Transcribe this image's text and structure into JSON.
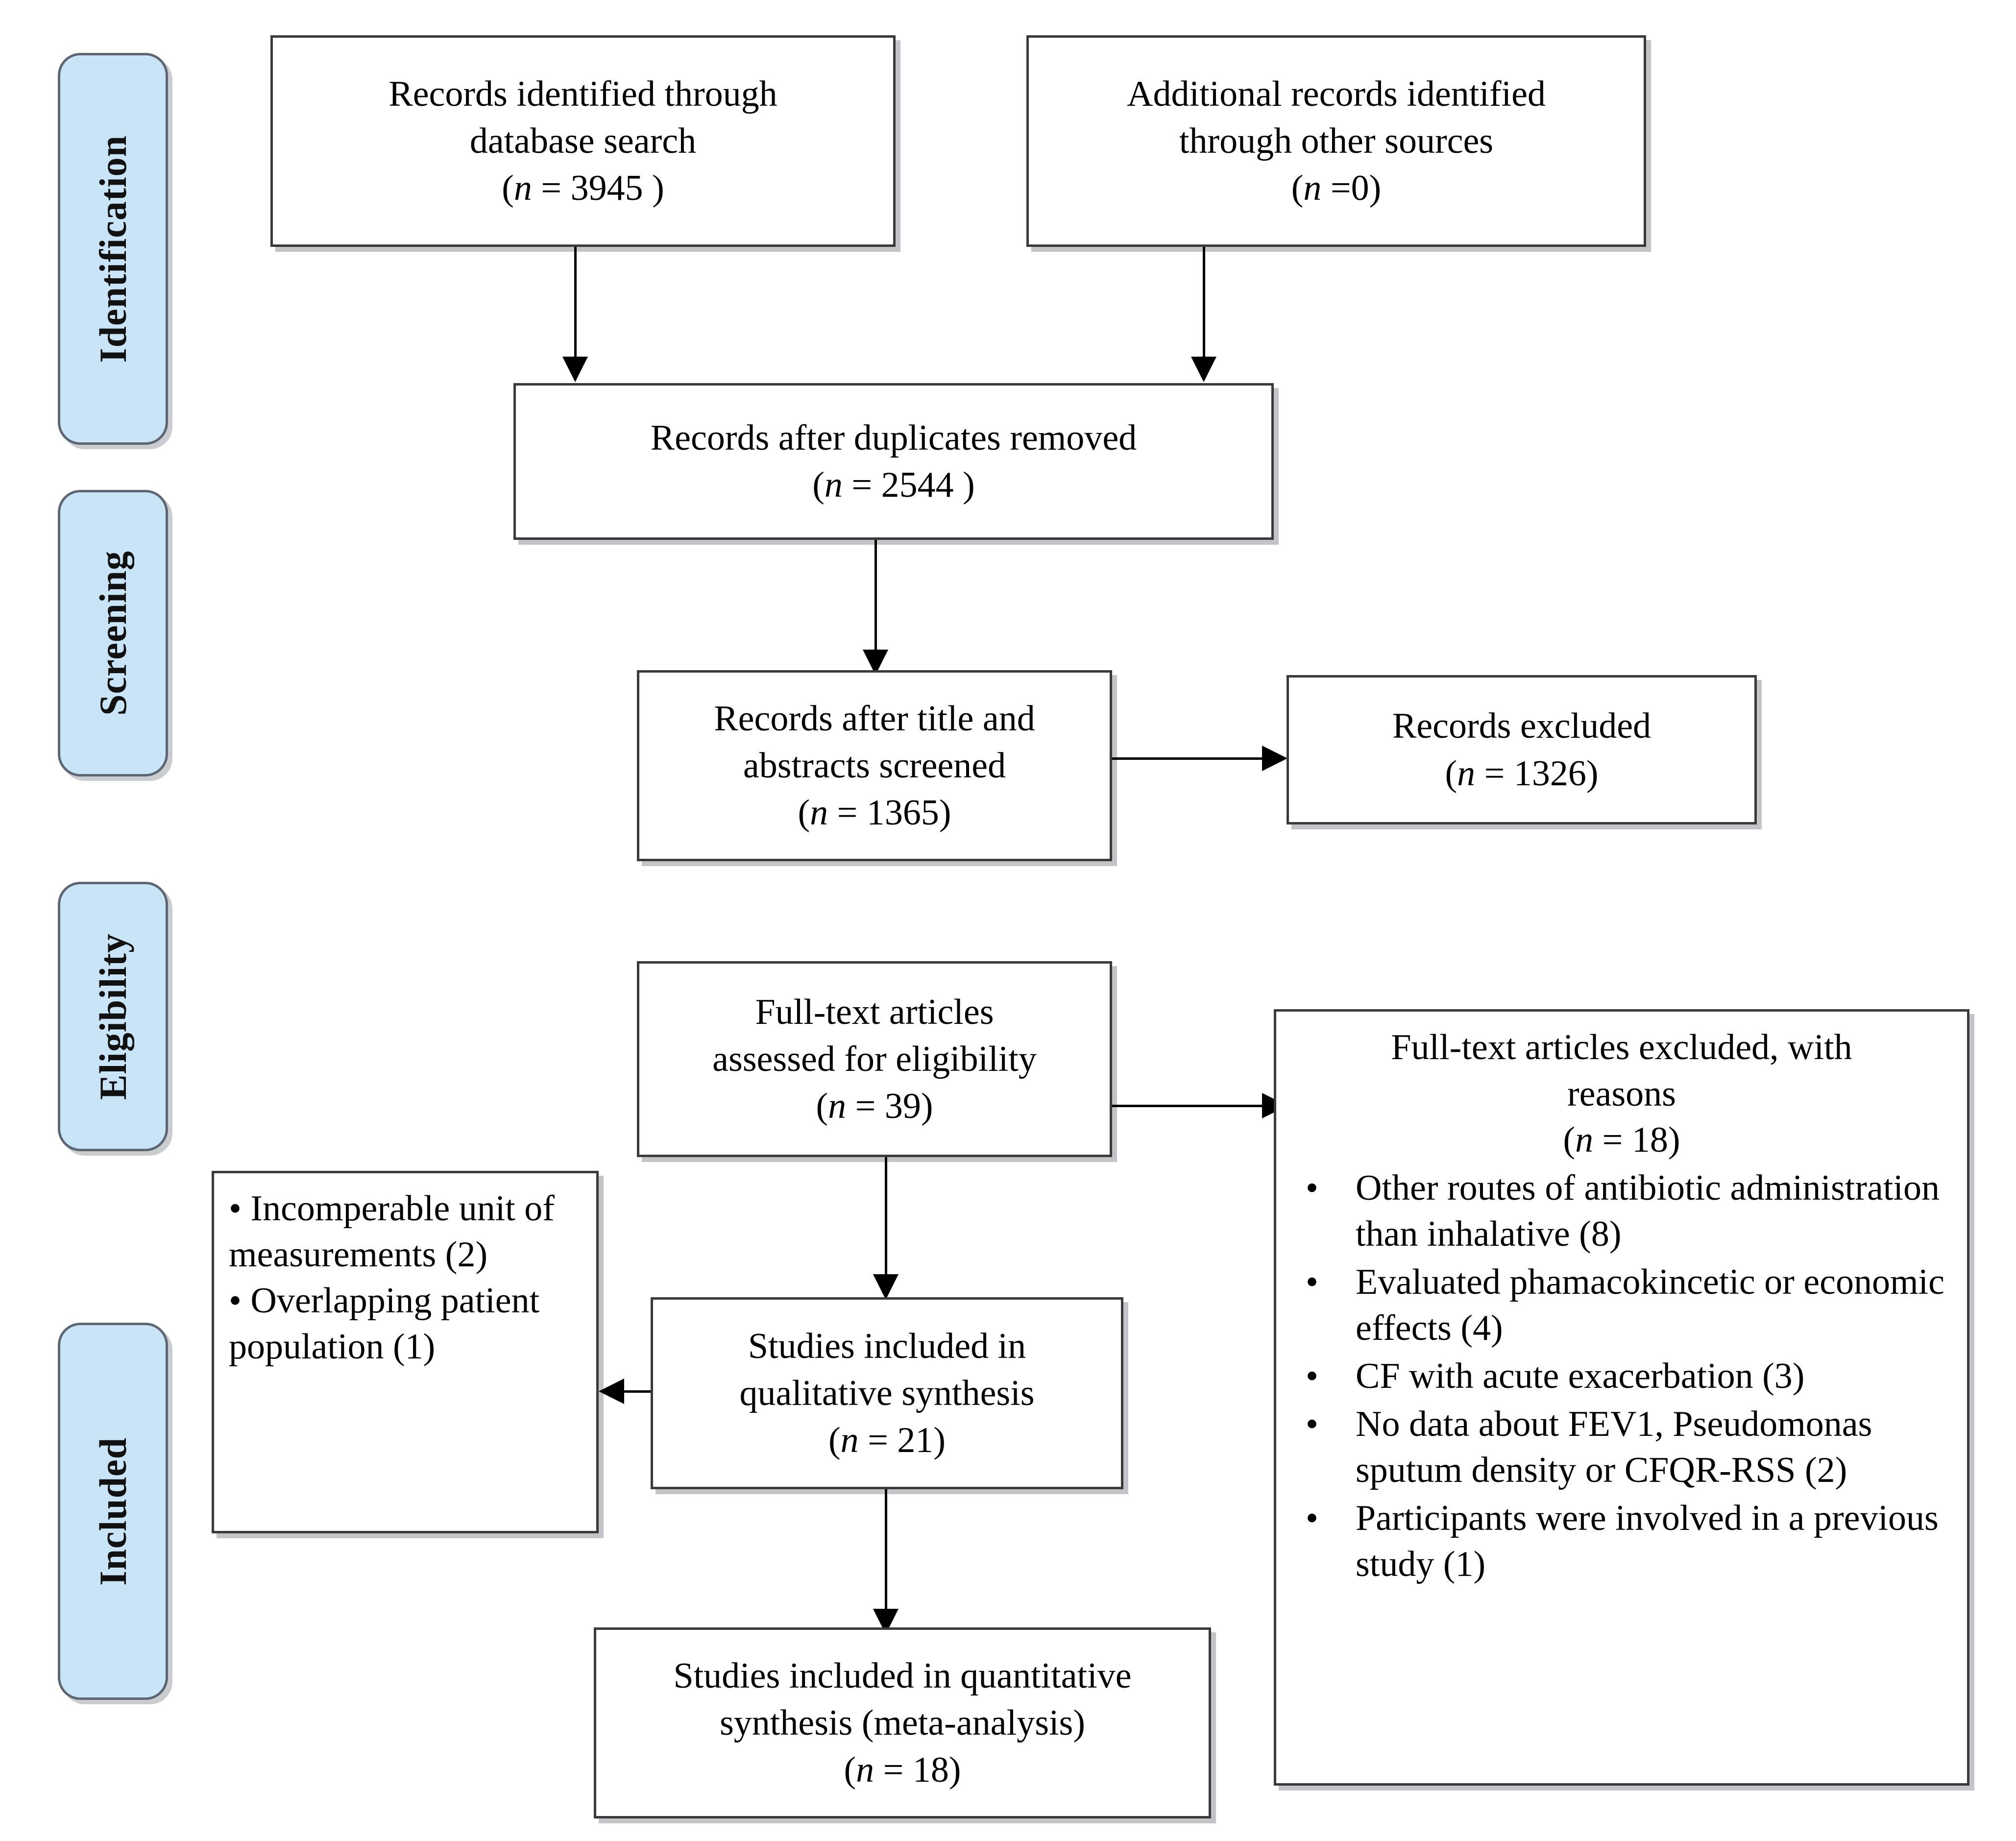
{
  "diagram": {
    "type": "prisma-flow-diagram",
    "stages": [
      {
        "id": "identification",
        "label": "Identification"
      },
      {
        "id": "screening",
        "label": "Screening"
      },
      {
        "id": "eligibility",
        "label": "Eligibility"
      },
      {
        "id": "included",
        "label": "Included"
      }
    ],
    "boxes": {
      "records_database": {
        "line1": "Records identified through",
        "line2": "database search",
        "count_prefix": "(",
        "count_italic": "n",
        "count_value": " = 3945 )"
      },
      "records_other": {
        "line1": "Additional records identified",
        "line2": "through other sources",
        "count_prefix": "(",
        "count_italic": "n",
        "count_value": " =0)"
      },
      "duplicates_removed": {
        "line1": "Records after duplicates removed",
        "count_prefix": "(",
        "count_italic": "n",
        "count_value": " = 2544 )"
      },
      "title_abstract_screened": {
        "line1": "Records after title and",
        "line2": "abstracts screened",
        "count_prefix": "(",
        "count_italic": "n",
        "count_value": " = 1365)"
      },
      "records_excluded": {
        "line1": "Records excluded",
        "count_prefix": "(",
        "count_italic": "n",
        "count_value": " = 1326)"
      },
      "fulltext_assessed": {
        "line1": "Full-text articles",
        "line2": "assessed for eligibility",
        "count_prefix": "(",
        "count_italic": "n",
        "count_value": " = 39)"
      },
      "fulltext_excluded": {
        "head_line1": "Full-text articles excluded, with",
        "head_line2": "reasons",
        "count_prefix": "(",
        "count_italic": "n",
        "count_value": " = 18)",
        "reasons": [
          "Other routes of antibiotic administration than inhalative (8)",
          "Evaluated phamacokincetic or economic effects (4)",
          "CF with acute exacerbation (3)",
          "No data about FEV1, Pseudomonas sputum density or CFQR-RSS (2)",
          "Participants were involved in a previous study (1)"
        ]
      },
      "qualitative_excluded": {
        "reasons": [
          "• Incomperable unit of measurements (2)",
          "• Overlapping patient population (1)"
        ]
      },
      "qualitative_synthesis": {
        "line1": "Studies included in",
        "line2": "qualitative synthesis",
        "count_prefix": "(",
        "count_italic": "n",
        "count_value": " = 21)"
      },
      "quantitative_synthesis": {
        "line1": "Studies included in quantitative",
        "line2": "synthesis (meta-analysis)",
        "count_prefix": "(",
        "count_italic": "n",
        "count_value": " = 18)"
      }
    },
    "colors": {
      "stage_tab_fill": "#c9e4f7",
      "stage_tab_border": "#5c6570",
      "box_border": "#3a3a3a",
      "connector": "#000000",
      "page_background": "#ffffff"
    }
  }
}
